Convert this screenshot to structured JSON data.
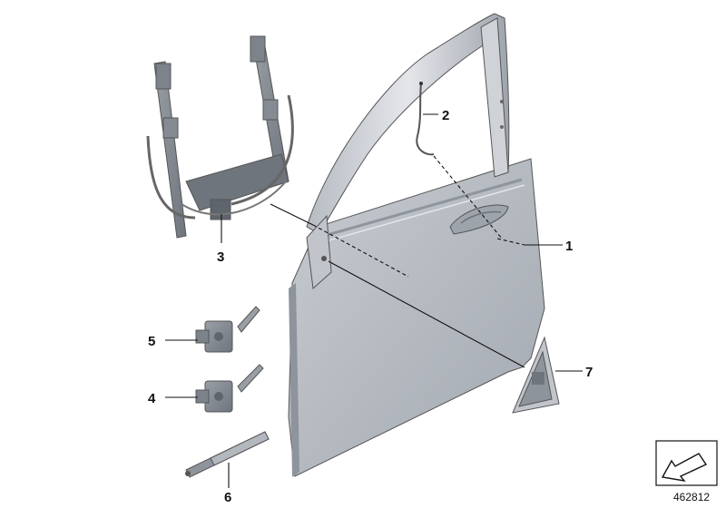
{
  "callouts": [
    {
      "id": "1",
      "part": "door-shell"
    },
    {
      "id": "2",
      "part": "door-cable"
    },
    {
      "id": "3",
      "part": "window-regulator"
    },
    {
      "id": "4",
      "part": "lower-door-hinge"
    },
    {
      "id": "5",
      "part": "upper-door-hinge"
    },
    {
      "id": "6",
      "part": "door-check-strut"
    },
    {
      "id": "7",
      "part": "mirror-triangle-trim"
    }
  ],
  "document_number": "462812",
  "colors": {
    "door_light": "#d9dce1",
    "door_mid": "#b9bec5",
    "door_dark": "#8e949c",
    "line": "#111111"
  }
}
